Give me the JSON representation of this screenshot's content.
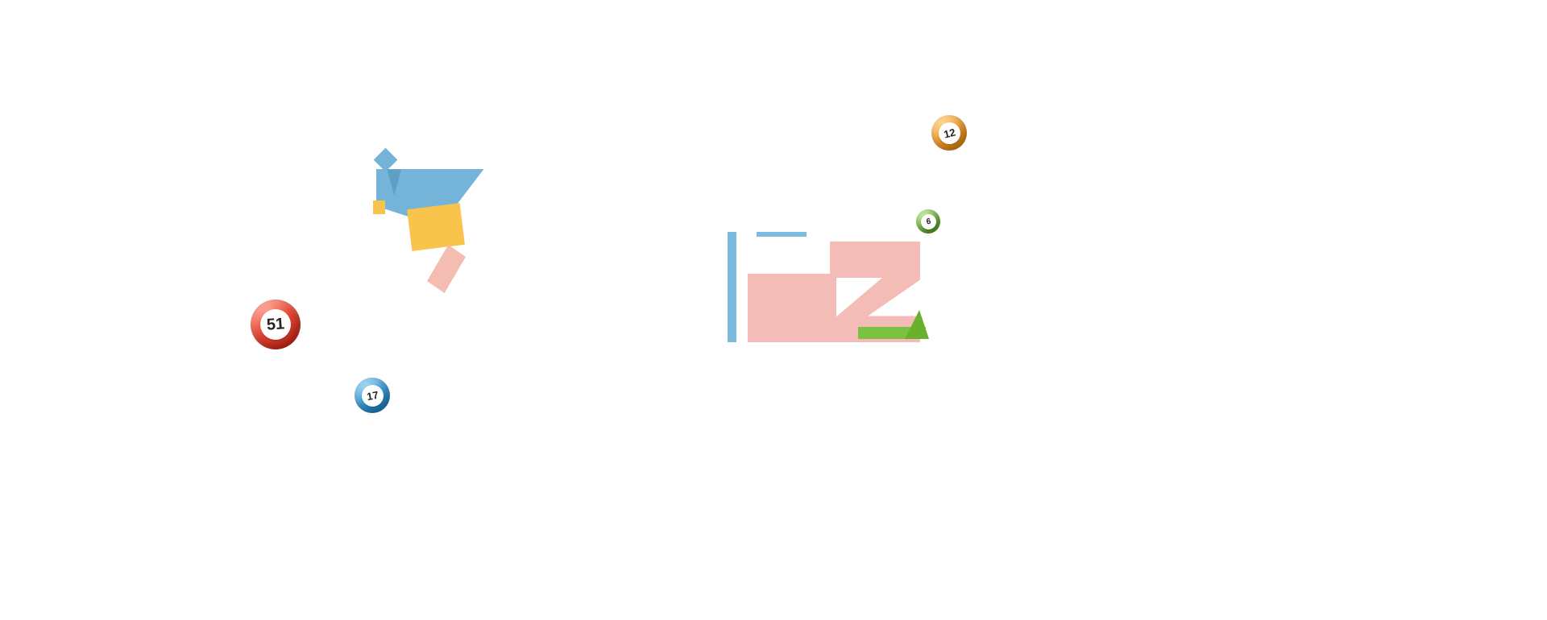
{
  "page": {
    "background_color": "#ffffff",
    "description": "Mostly blank bingo-site hero area with two abstract geometric illustrations and four scattered bingo balls"
  },
  "illustrations": {
    "bird_graphic": {
      "label": "abstract geometric bird illustration",
      "colors": {
        "blue": "#74b4d9",
        "dark_blue": "#5f9fc6",
        "yellow": "#f8c44c",
        "pink": "#f5bcb2"
      }
    },
    "logo_graphic": {
      "label": "abstract logo shapes with numeral two and pencil bar",
      "colors": {
        "blue": "#7cbadf",
        "pink": "#f4bcb7",
        "green": "#7cc242",
        "dark_green": "#69b02c"
      }
    }
  },
  "bingo_balls": [
    {
      "number": "51",
      "color_name": "red",
      "color": "#ee4330",
      "size": "large"
    },
    {
      "number": "17",
      "color_name": "blue",
      "color": "#2f9ad8",
      "size": "medium"
    },
    {
      "number": "12",
      "color_name": "orange",
      "color": "#f79a1f",
      "size": "medium"
    },
    {
      "number": "6",
      "color_name": "green",
      "color": "#72bd35",
      "size": "small"
    }
  ]
}
